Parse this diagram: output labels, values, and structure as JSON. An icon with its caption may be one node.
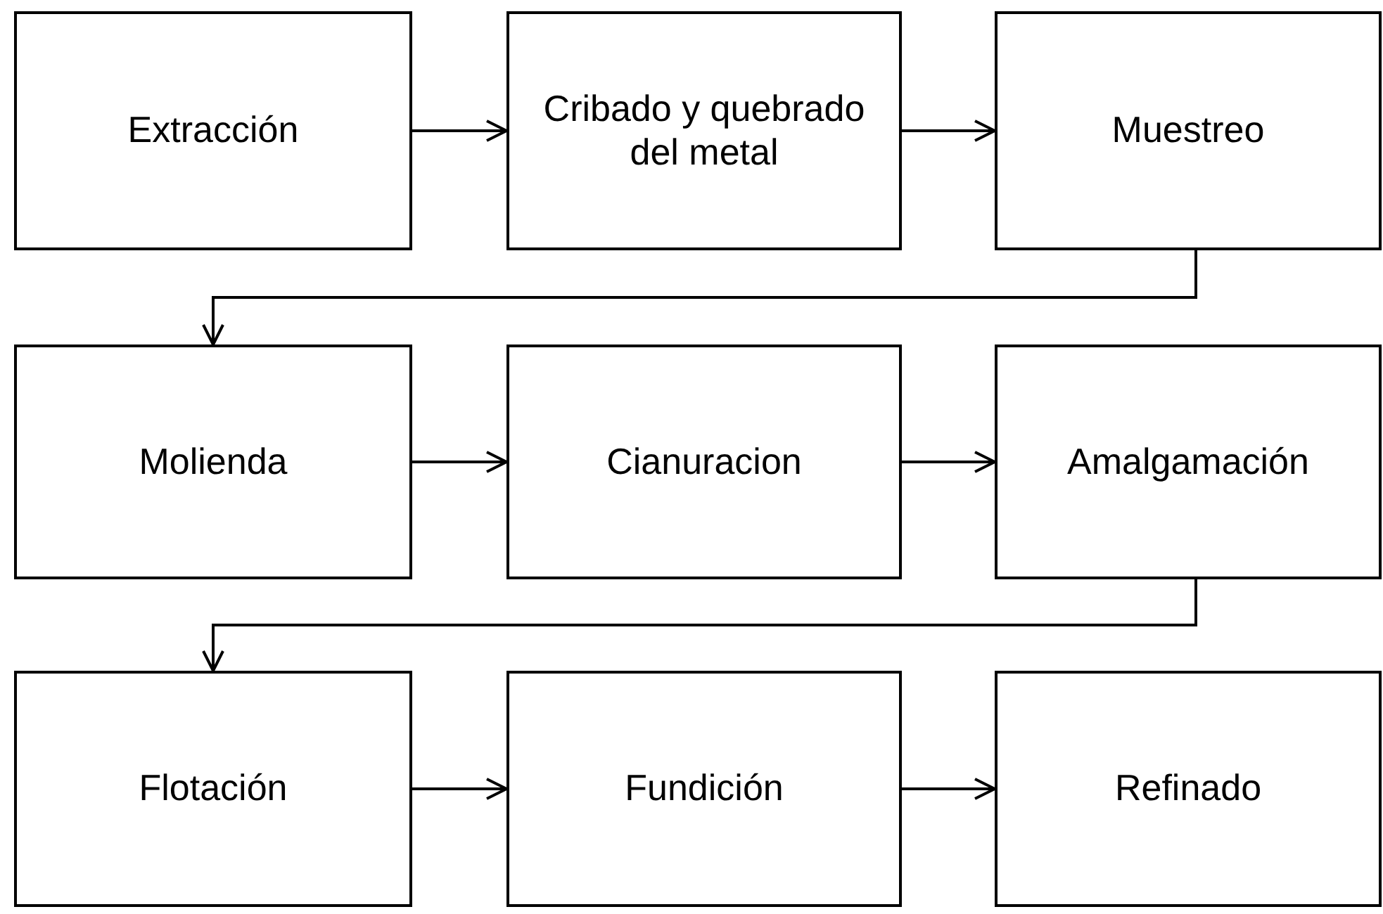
{
  "diagram": {
    "nodes": [
      {
        "text": [
          "Extracción"
        ]
      },
      {
        "text": [
          "Cribado y quebrado del metal"
        ]
      },
      {
        "text": [
          "Muestreo"
        ]
      },
      {
        "text": [
          "Molienda"
        ]
      },
      {
        "text": [
          "Cianuracion"
        ]
      },
      {
        "text": [
          "Amalgamación"
        ]
      },
      {
        "text": [
          "Flotación"
        ]
      },
      {
        "text": [
          "Fundición"
        ]
      },
      {
        "text": [
          "Refinado"
        ]
      }
    ],
    "edges": [
      {
        "from": 0,
        "to": 1,
        "arrow": "to"
      },
      {
        "from": 1,
        "to": 2,
        "arrow": "to"
      },
      {
        "from": 2,
        "to": 3,
        "arrow": "to"
      },
      {
        "from": 3,
        "to": 4,
        "arrow": "to"
      },
      {
        "from": 4,
        "to": 5,
        "arrow": "to"
      },
      {
        "from": 5,
        "to": 6,
        "arrow": "to"
      },
      {
        "from": 6,
        "to": 7,
        "arrow": "to"
      },
      {
        "from": 7,
        "to": 8,
        "arrow": "to"
      }
    ]
  }
}
